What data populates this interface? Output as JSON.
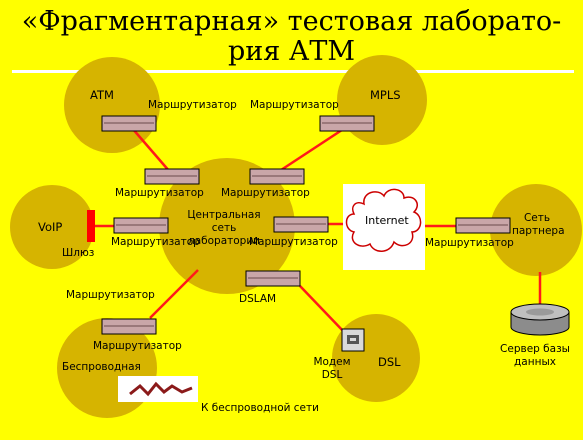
{
  "title": {
    "line1": "«Фрагментарная» тестовая лаборато-",
    "line2": "рия АТМ"
  },
  "colors": {
    "background": "#ffff00",
    "circle": "#d6b400",
    "router_body": "#c9a6a8",
    "link": "#ff1a1a",
    "gateway": "#ff0000"
  },
  "zones": {
    "atm": "ATM",
    "mpls": "MPLS",
    "voip": "VoIP",
    "core": "Центральная сеть лаборатории",
    "partner": "Сеть партнера",
    "wireless": "Беспроводная",
    "dsl": "DSL"
  },
  "cloud": {
    "label": "Internet"
  },
  "labels": {
    "router": "Маршрутизатор",
    "gateway": "Шлюз",
    "dslam": "DSLAM",
    "modem": "Модем DSL",
    "db_server": "Сервер базы данных",
    "to_wireless": "К беспроводной сети"
  }
}
